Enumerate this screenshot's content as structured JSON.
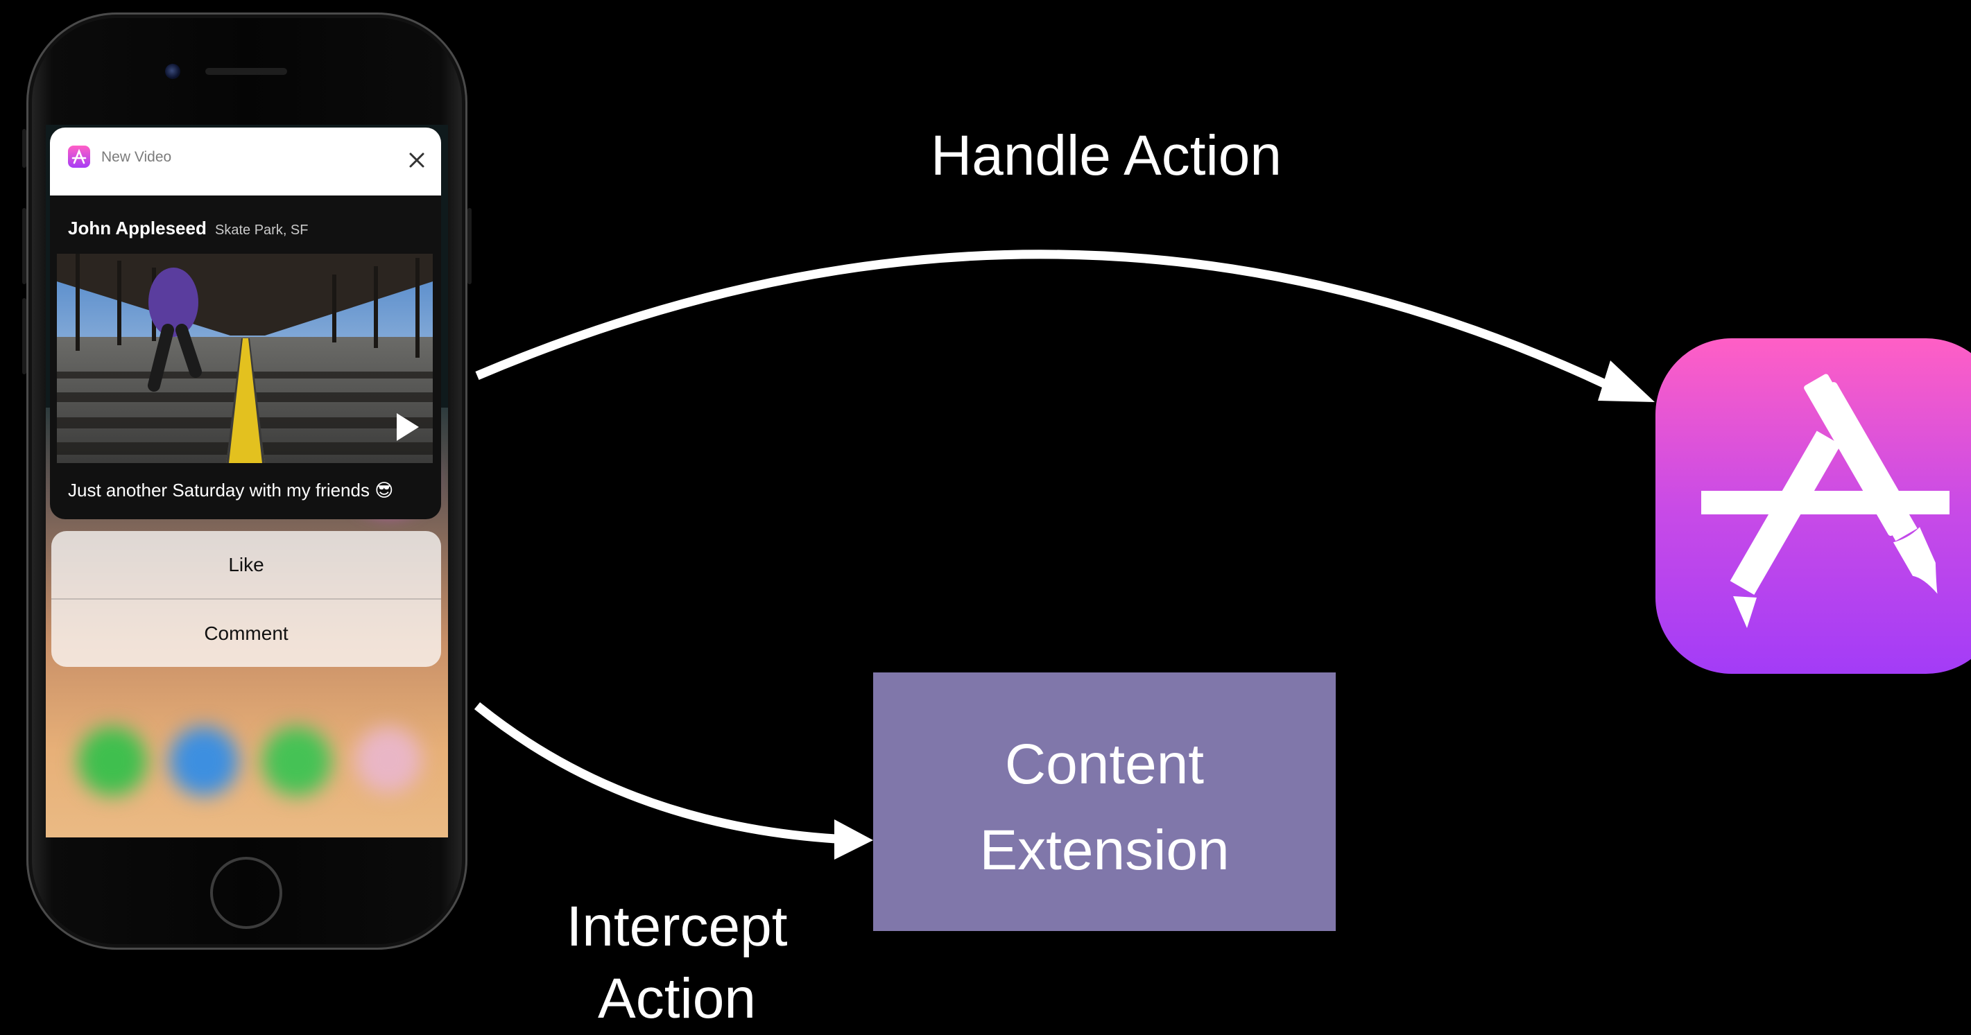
{
  "notification": {
    "app_title": "New Video",
    "sender": "John Appleseed",
    "location": "Skate Park, SF",
    "caption": "Just another Saturday with my friends 😎",
    "actions": [
      "Like",
      "Comment"
    ]
  },
  "diagram": {
    "handle_action": "Handle Action",
    "intercept_line1": "Intercept",
    "intercept_line2": "Action",
    "extension_line1": "Content",
    "extension_line2": "Extension"
  },
  "colors": {
    "extension_box": "#8077aa",
    "app_icon_top": "#ff5fc5",
    "app_icon_bottom": "#a33cf7",
    "background": "#000000"
  }
}
